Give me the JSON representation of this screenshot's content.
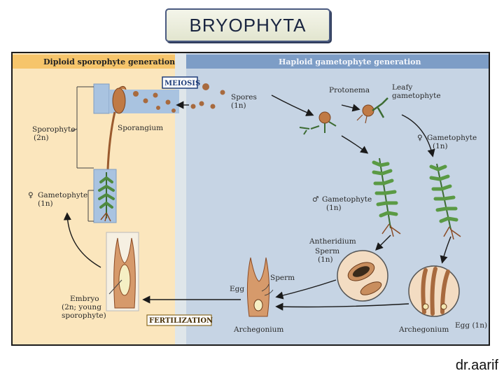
{
  "slide_title": "BRYOPHYTA",
  "footer": "dr.aarif",
  "diagram": {
    "header_left": "Diploid sporophyte generation",
    "header_right": "Haploid gametophyte generation",
    "meiosis": "MEIOSIS",
    "fertilization": "FERTILIZATION",
    "spores": "Spores",
    "spores_ploidy": "(1n)",
    "protonema": "Protonema",
    "leafy_1": "Leafy",
    "leafy_2": "gametophyte",
    "gametophyte_f": "Gametophyte",
    "gametophyte_f_ploidy": "(1n)",
    "gametophyte_m": "Gametophyte",
    "gametophyte_m_ploidy": "(1n)",
    "sporophyte": "Sporophyte",
    "sporophyte_ploidy": "(2n)",
    "sporangium": "Sporangium",
    "gametophyte_left": "Gametophyte",
    "gametophyte_left_ploidy": "(1n)",
    "antheridium": "Antheridium",
    "sperm_1": "Sperm",
    "sperm_1_ploidy": "(1n)",
    "sperm_2": "Sperm",
    "egg_left": "Egg",
    "archegonium_left": "Archegonium",
    "archegonium_right": "Archegonium",
    "egg_right": "Egg (1n)",
    "embryo_1": "Embryo",
    "embryo_2": "(2n; young",
    "embryo_3": "sporophyte)",
    "female_symbol": "♀",
    "male_symbol": "♂"
  }
}
